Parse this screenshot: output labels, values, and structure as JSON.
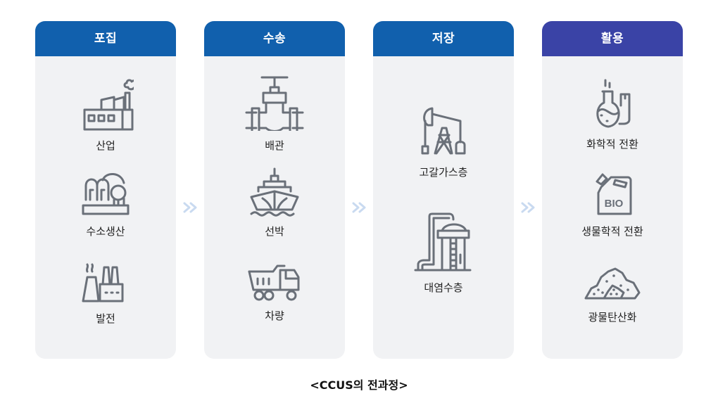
{
  "stages": [
    {
      "title": "포집",
      "color": "#1160ad",
      "items": [
        {
          "label": "산업",
          "icon": "factory-icon"
        },
        {
          "label": "수소생산",
          "icon": "hydrogen-plant-icon"
        },
        {
          "label": "발전",
          "icon": "power-plant-icon"
        }
      ]
    },
    {
      "title": "수송",
      "color": "#1160ad",
      "items": [
        {
          "label": "배관",
          "icon": "pipeline-valve-icon"
        },
        {
          "label": "선박",
          "icon": "ship-icon"
        },
        {
          "label": "차량",
          "icon": "dump-truck-icon"
        }
      ]
    },
    {
      "title": "저장",
      "color": "#1160ad",
      "items": [
        {
          "label": "고갈가스층",
          "icon": "pumpjack-icon"
        },
        {
          "label": "대염수층",
          "icon": "refinery-tower-icon"
        }
      ]
    },
    {
      "title": "활용",
      "color": "#3a43a6",
      "items": [
        {
          "label": "화학적 전환",
          "icon": "flask-icon"
        },
        {
          "label": "생물학적 전환",
          "icon": "bio-canister-icon",
          "icon_text": "BIO"
        },
        {
          "label": "광물탄산화",
          "icon": "mineral-pile-icon"
        }
      ]
    }
  ],
  "arrow_color": "#c9daf0",
  "caption": "<CCUS의 전과정>"
}
